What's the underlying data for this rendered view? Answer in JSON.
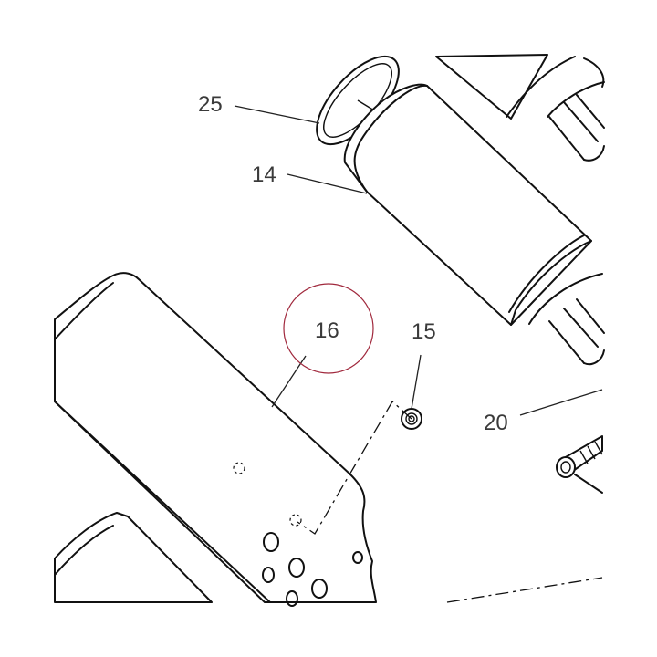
{
  "callouts": [
    {
      "id": "25",
      "label": "25"
    },
    {
      "id": "14",
      "label": "14"
    },
    {
      "id": "16",
      "label": "16"
    },
    {
      "id": "15",
      "label": "15"
    },
    {
      "id": "20",
      "label": "20"
    }
  ],
  "highlight": {
    "target": "16",
    "color": "#a0283c"
  }
}
